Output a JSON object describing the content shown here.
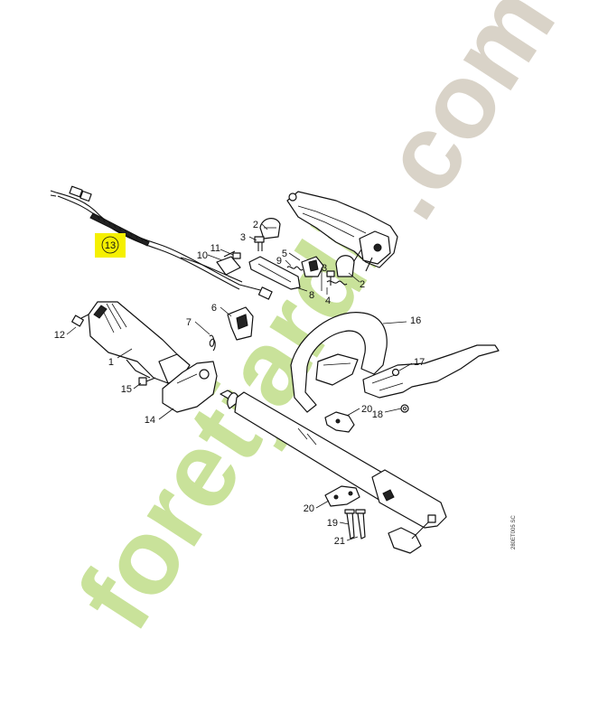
{
  "watermark": {
    "text_green": "foretjardi",
    "text_grey": ".com",
    "color_green": "#c9e29a",
    "color_grey": "#d9d3c8"
  },
  "highlight": {
    "label": "13",
    "color": "#f5f000"
  },
  "labels": {
    "l1": "1",
    "l2a": "2",
    "l2b": "2",
    "l3a": "3",
    "l3b": "3",
    "l4": "4",
    "l5": "5",
    "l6": "6",
    "l7": "7",
    "l8": "8",
    "l9": "9",
    "l10": "10",
    "l11": "11",
    "l12": "12",
    "l14": "14",
    "l15": "15",
    "l16": "16",
    "l17": "17",
    "l18": "18",
    "l19": "19",
    "l20a": "20",
    "l20b": "20",
    "l21": "21"
  },
  "drawing_code": "280ET005 SC"
}
